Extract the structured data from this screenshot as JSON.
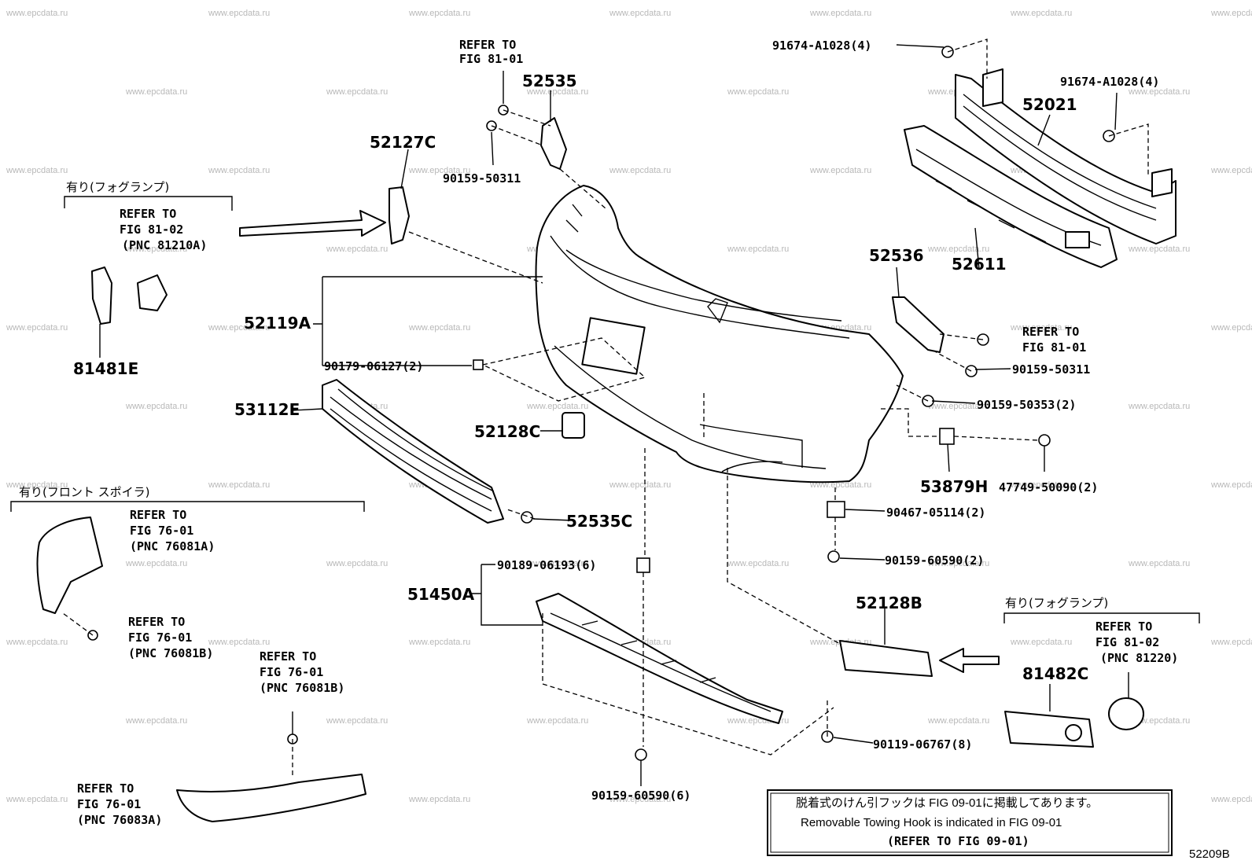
{
  "watermark": "www.epcdata.ru",
  "diagram_code": "52209B",
  "part_numbers": {
    "p52535": "52535",
    "p52127c": "52127C",
    "p52119a": "52119A",
    "p81481e": "81481E",
    "p53112e": "53112E",
    "p52128c": "52128C",
    "p52535c": "52535C",
    "p51450a": "51450A",
    "p52021": "52021",
    "p52611": "52611",
    "p52536": "52536",
    "p53879h": "53879H",
    "p52128b": "52128B",
    "p81482c": "81482C"
  },
  "small_parts": {
    "b91674_top": "91674-A1028(4)",
    "b91674_right": "91674-A1028(4)",
    "b90159_50311_top": "90159-50311",
    "b90179": "90179-06127(2)",
    "b90159_50311_right": "90159-50311",
    "b90159_50353": "90159-50353(2)",
    "b47749": "47749-50090(2)",
    "b90467": "90467-05114(2)",
    "b90159_60590_2": "90159-60590(2)",
    "b90189": "90189-06193(6)",
    "b90119": "90119-06767(8)",
    "b90159_60590_6": "90159-60590(6)"
  },
  "refs": {
    "ref_top": [
      "REFER TO",
      "FIG 81-01"
    ],
    "ref_fog_left": [
      "REFER TO",
      "FIG 81-02",
      "(PNC 81210A)"
    ],
    "ref_right": [
      "REFER TO",
      "FIG 81-01"
    ],
    "ref_spoiler_a": [
      "REFER TO",
      "FIG 76-01",
      "(PNC 76081A)"
    ],
    "ref_spoiler_b": [
      "REFER TO",
      "FIG 76-01",
      "(PNC 76081B)"
    ],
    "ref_spoiler_b2": [
      "REFER TO",
      "FIG 76-01",
      "(PNC 76081B)"
    ],
    "ref_spoiler_c": [
      "REFER TO",
      "FIG 76-01",
      "(PNC 76083A)"
    ],
    "ref_fog_right": [
      "REFER TO",
      "FIG 81-02",
      "(PNC 81220)"
    ]
  },
  "group_labels": {
    "fog_left": "有り(フォグランプ)",
    "spoiler": "有り(フロント スポイラ)",
    "fog_right": "有り(フォグランプ)"
  },
  "note": {
    "jp": "脱着式のけん引フックは FIG 09-01に掲載してあります。",
    "en": "Removable Towing Hook is indicated in FIG 09-01",
    "ref": "(REFER TO FIG 09-01)"
  }
}
